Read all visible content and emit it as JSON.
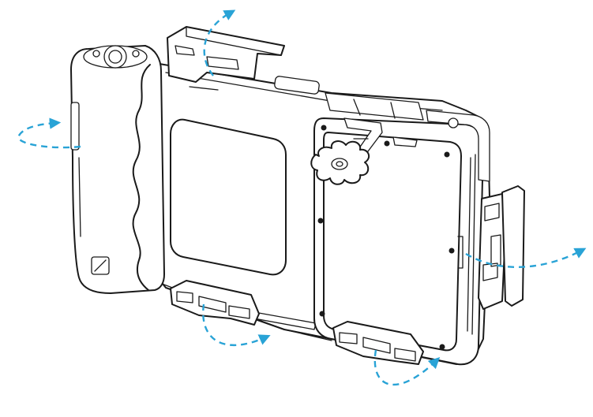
{
  "diagram": {
    "subject": "phone-cage-housing",
    "arrow_color": "#29a3d6",
    "line_color": "#1a1a1a",
    "background": "#ffffff",
    "arrows": [
      {
        "id": "arrow-top-latch",
        "direction": "up-right"
      },
      {
        "id": "arrow-left-grip",
        "direction": "right"
      },
      {
        "id": "arrow-right-latch",
        "direction": "right"
      },
      {
        "id": "arrow-bottom-left-latch",
        "direction": "right"
      },
      {
        "id": "arrow-bottom-right-latch",
        "direction": "right"
      }
    ]
  }
}
